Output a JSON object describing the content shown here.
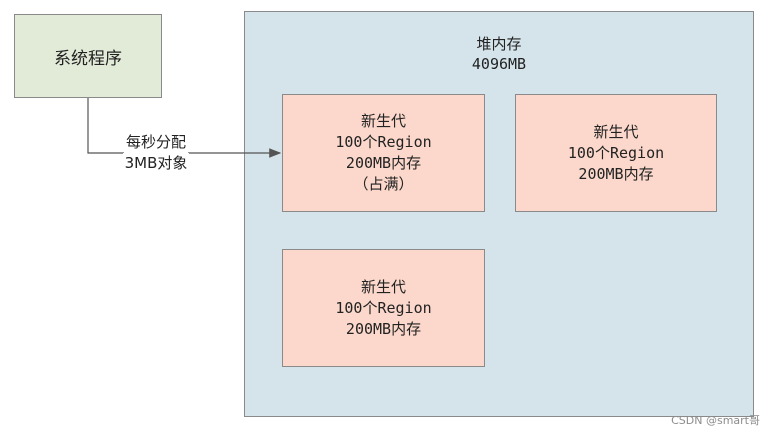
{
  "system": {
    "label": "系统程序"
  },
  "connector": {
    "line1": "每秒分配",
    "line2": "3MB对象"
  },
  "heap": {
    "title": "堆内存",
    "size": "4096MB"
  },
  "generations": [
    {
      "name": "新生代",
      "regions": "100个Region",
      "memory": "200MB内存",
      "status": "（占满）"
    },
    {
      "name": "新生代",
      "regions": "100个Region",
      "memory": "200MB内存"
    },
    {
      "name": "新生代",
      "regions": "100个Region",
      "memory": "200MB内存"
    }
  ],
  "watermark": "CSDN @smart哥"
}
